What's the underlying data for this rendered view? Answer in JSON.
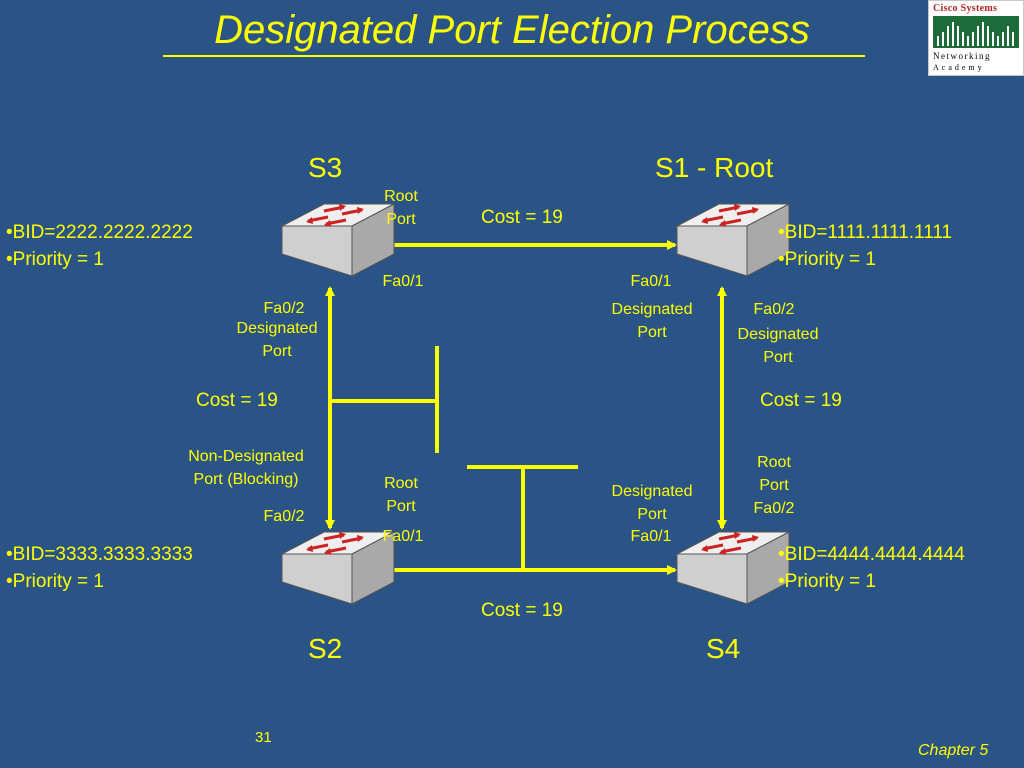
{
  "title": "Designated Port Election Process",
  "logo": {
    "top": "Cisco Systems",
    "line1": "Networking",
    "line2": "Academy"
  },
  "switches": {
    "s3": {
      "name": "S3",
      "bid": "•BID=2222.2222.2222",
      "priority": "•Priority = 1"
    },
    "s1": {
      "name": "S1 - Root",
      "bid": "•BID=1111.1111.1111",
      "priority": "•Priority = 1"
    },
    "s2": {
      "name": "S2",
      "bid": "•BID=3333.3333.3333",
      "priority": "•Priority = 1"
    },
    "s4": {
      "name": "S4",
      "bid": "•BID=4444.4444.4444",
      "priority": "•Priority = 1"
    }
  },
  "links": {
    "top_cost": "Cost = 19",
    "left_cost": "Cost = 19",
    "right_cost": "Cost = 19",
    "bottom_cost": "Cost = 19"
  },
  "ports": {
    "s3_root_port": [
      "Root",
      "Port"
    ],
    "s3_fa01": "Fa0/1",
    "s3_fa02": "Fa0/2",
    "s3_designated": [
      "Designated",
      "Port"
    ],
    "s1_fa01": "Fa0/1",
    "s1_fa01_designated": [
      "Designated",
      "Port"
    ],
    "s1_fa02": "Fa0/2",
    "s1_fa02_designated": [
      "Designated",
      "Port"
    ],
    "s2_nondesignated": [
      "Non-Designated",
      "Port (Blocking)"
    ],
    "s2_fa02": "Fa0/2",
    "s2_root_port": [
      "Root",
      "Port"
    ],
    "s2_fa01": "Fa0/1",
    "s4_designated": [
      "Designated",
      "Port"
    ],
    "s4_fa01": "Fa0/1",
    "s4_root_port": [
      "Root",
      "Port"
    ],
    "s4_fa02": "Fa0/2"
  },
  "footer": {
    "page_number": "31",
    "chapter": "Chapter 5"
  },
  "colors": {
    "background": "#2a5485",
    "text": "#ffff00",
    "link": "#ffff00",
    "switch_body": "#d9d9d9",
    "arrow": "#cc2222"
  }
}
